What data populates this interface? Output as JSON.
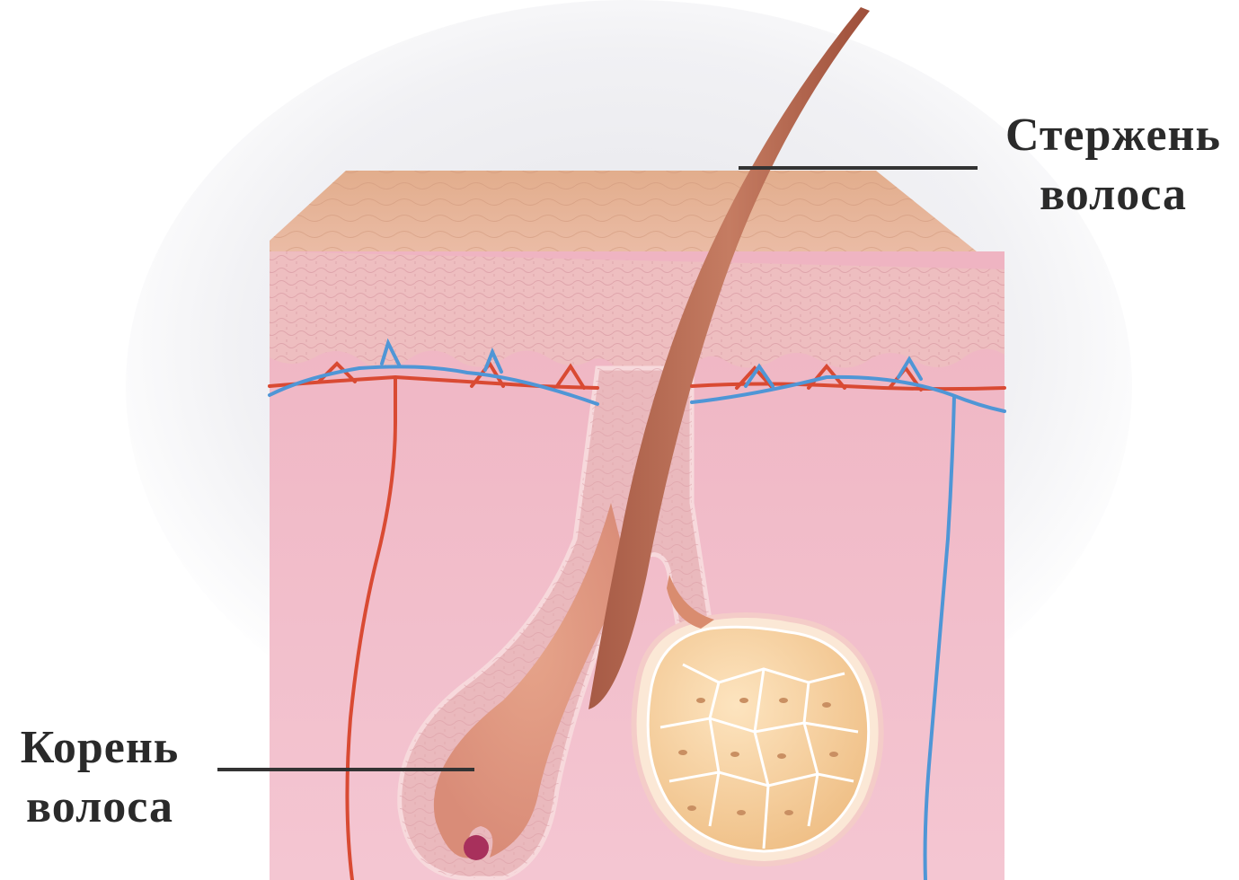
{
  "labels": {
    "shaft": {
      "line1": "Стержень",
      "line2": "волоса"
    },
    "root": {
      "line1": "Корень",
      "line2": "волоса"
    }
  },
  "colors": {
    "epidermis_top": "#e7b594",
    "epidermis_front": "#efbdb8",
    "dermis": "#f0b9c6",
    "hair": "#b66a52",
    "gland": "#f6d2a0",
    "artery": "#d94a33",
    "vein": "#4f96d6",
    "leader_line": "#333333"
  }
}
